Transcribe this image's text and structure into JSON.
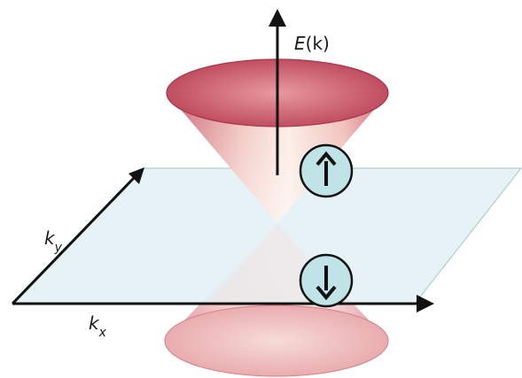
{
  "labels": {
    "energy_main": "E",
    "energy_arg": "(k)",
    "ky_main": "k",
    "ky_sub": "y",
    "kx_main": "k",
    "kx_sub": "x"
  },
  "spins": [
    {
      "name": "spin-up",
      "direction": "up"
    },
    {
      "name": "spin-down",
      "direction": "down"
    }
  ],
  "colors": {
    "cone_rim": "#c24a5c",
    "cone_light": "#fbe6df",
    "plane": "#e3f1f5",
    "spin_fill": "#bfe3e6",
    "axis": "#111111"
  }
}
